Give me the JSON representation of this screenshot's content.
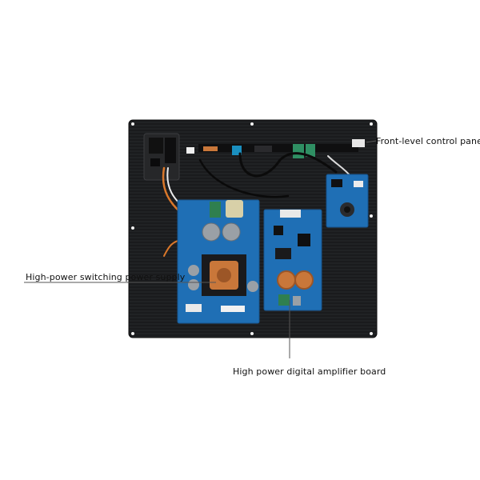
{
  "annotations": {
    "front_panel": "Front-level control panel",
    "power_supply": "High-power switching power supply",
    "amplifier": "High power digital amplifier board"
  },
  "colors": {
    "background": "#ffffff",
    "plate": "#1c1d1f",
    "pcb": "#1f6fb5",
    "pcb_dark": "#17568f",
    "copper": "#c9773a",
    "capacitor": "#9aa0a6",
    "leader_line": "#555555"
  }
}
